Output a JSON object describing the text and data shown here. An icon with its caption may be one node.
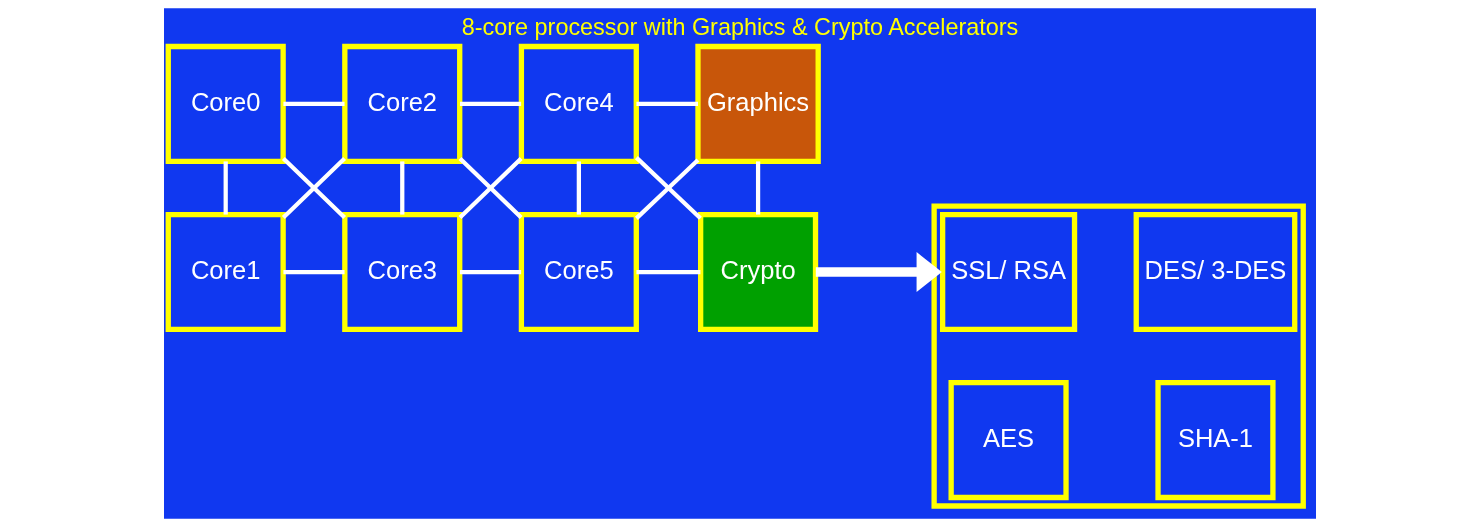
{
  "diagram": {
    "title": "8-core processor with Graphics & Crypto Accelerators",
    "nodes": [
      {
        "text": [
          "Core0"
        ]
      },
      {
        "text": [
          "Core1"
        ]
      },
      {
        "text": [
          "Core2"
        ]
      },
      {
        "text": [
          "Core3"
        ]
      },
      {
        "text": [
          "Core4"
        ]
      },
      {
        "text": [
          "Core5"
        ]
      },
      {
        "text": [
          "Graphics"
        ]
      },
      {
        "text": [
          "Crypto"
        ]
      },
      {
        "text": [],
        "shape": "box"
      },
      {
        "text": [
          "SSL/ RSA"
        ],
        "in": 8
      },
      {
        "text": [
          "DES/ 3-DES"
        ],
        "in": 8
      },
      {
        "text": [
          "AES"
        ],
        "in": 8
      },
      {
        "text": [
          "SHA-1"
        ],
        "in": 8
      }
    ],
    "edges": [
      {
        "from": 0,
        "to": 2,
        "arrow": "none"
      },
      {
        "from": 2,
        "to": 4,
        "arrow": "none"
      },
      {
        "from": 4,
        "to": 6,
        "arrow": "none"
      },
      {
        "from": 0,
        "to": 1,
        "arrow": "none"
      },
      {
        "from": 0,
        "to": 3,
        "arrow": "none"
      },
      {
        "from": 2,
        "to": 1,
        "arrow": "none"
      },
      {
        "from": 2,
        "to": 3,
        "arrow": "none"
      },
      {
        "from": 2,
        "to": 5,
        "arrow": "none"
      },
      {
        "from": 4,
        "to": 3,
        "arrow": "none"
      },
      {
        "from": 4,
        "to": 5,
        "arrow": "none"
      },
      {
        "from": 4,
        "to": 7,
        "arrow": "none"
      },
      {
        "from": 6,
        "to": 5,
        "arrow": "none"
      },
      {
        "from": 6,
        "to": 7,
        "arrow": "none"
      },
      {
        "from": 1,
        "to": 3,
        "arrow": "none"
      },
      {
        "from": 3,
        "to": 5,
        "arrow": "none"
      },
      {
        "from": 5,
        "to": 7,
        "arrow": "none"
      },
      {
        "from": 7,
        "to": 8,
        "arrow": "to",
        "style": "thick"
      }
    ]
  }
}
